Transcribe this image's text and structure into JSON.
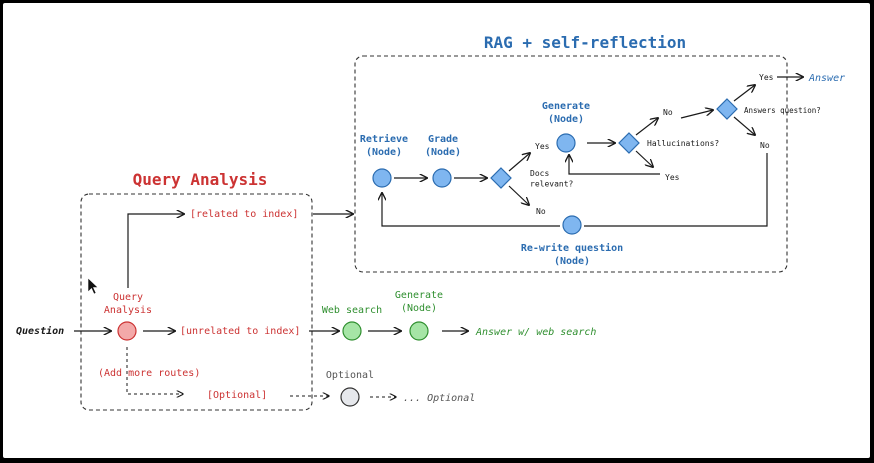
{
  "colors": {
    "blue": "#2b6cb0",
    "blue_fill": "#7fb6f0",
    "red": "#cc3333",
    "red_fill": "#f3a9a9",
    "green": "#2f8f2f",
    "green_fill": "#a6e5a6",
    "gray": "#555555",
    "gray_fill": "#e6e8ec",
    "ink": "#1a1a1a"
  },
  "rag": {
    "title": "RAG + self-reflection",
    "retrieve": "Retrieve\n(Node)",
    "grade": "Grade\n(Node)",
    "docs_relevant": "Docs\nrelevant?",
    "yes1": "Yes",
    "no1": "No",
    "generate": "Generate\n(Node)",
    "hallucinations": "Hallucinations?",
    "yes2": "Yes",
    "no2": "No",
    "answers_question": "Answers question?",
    "yes3": "Yes",
    "no3": "No",
    "answer": "Answer",
    "rewrite": "Re-write question\n(Node)"
  },
  "qa": {
    "title": "Query Analysis",
    "question": "Question",
    "node_label": "Query\nAnalysis",
    "related": "[related to index]",
    "unrelated": "[unrelated to index]",
    "add_routes": "(Add more routes)",
    "optional_route": "[Optional]",
    "web_search": "Web search",
    "web_generate": "Generate\n(Node)",
    "answer_web": "Answer w/ web search",
    "optional_node": "Optional",
    "optional_end": "... Optional"
  }
}
